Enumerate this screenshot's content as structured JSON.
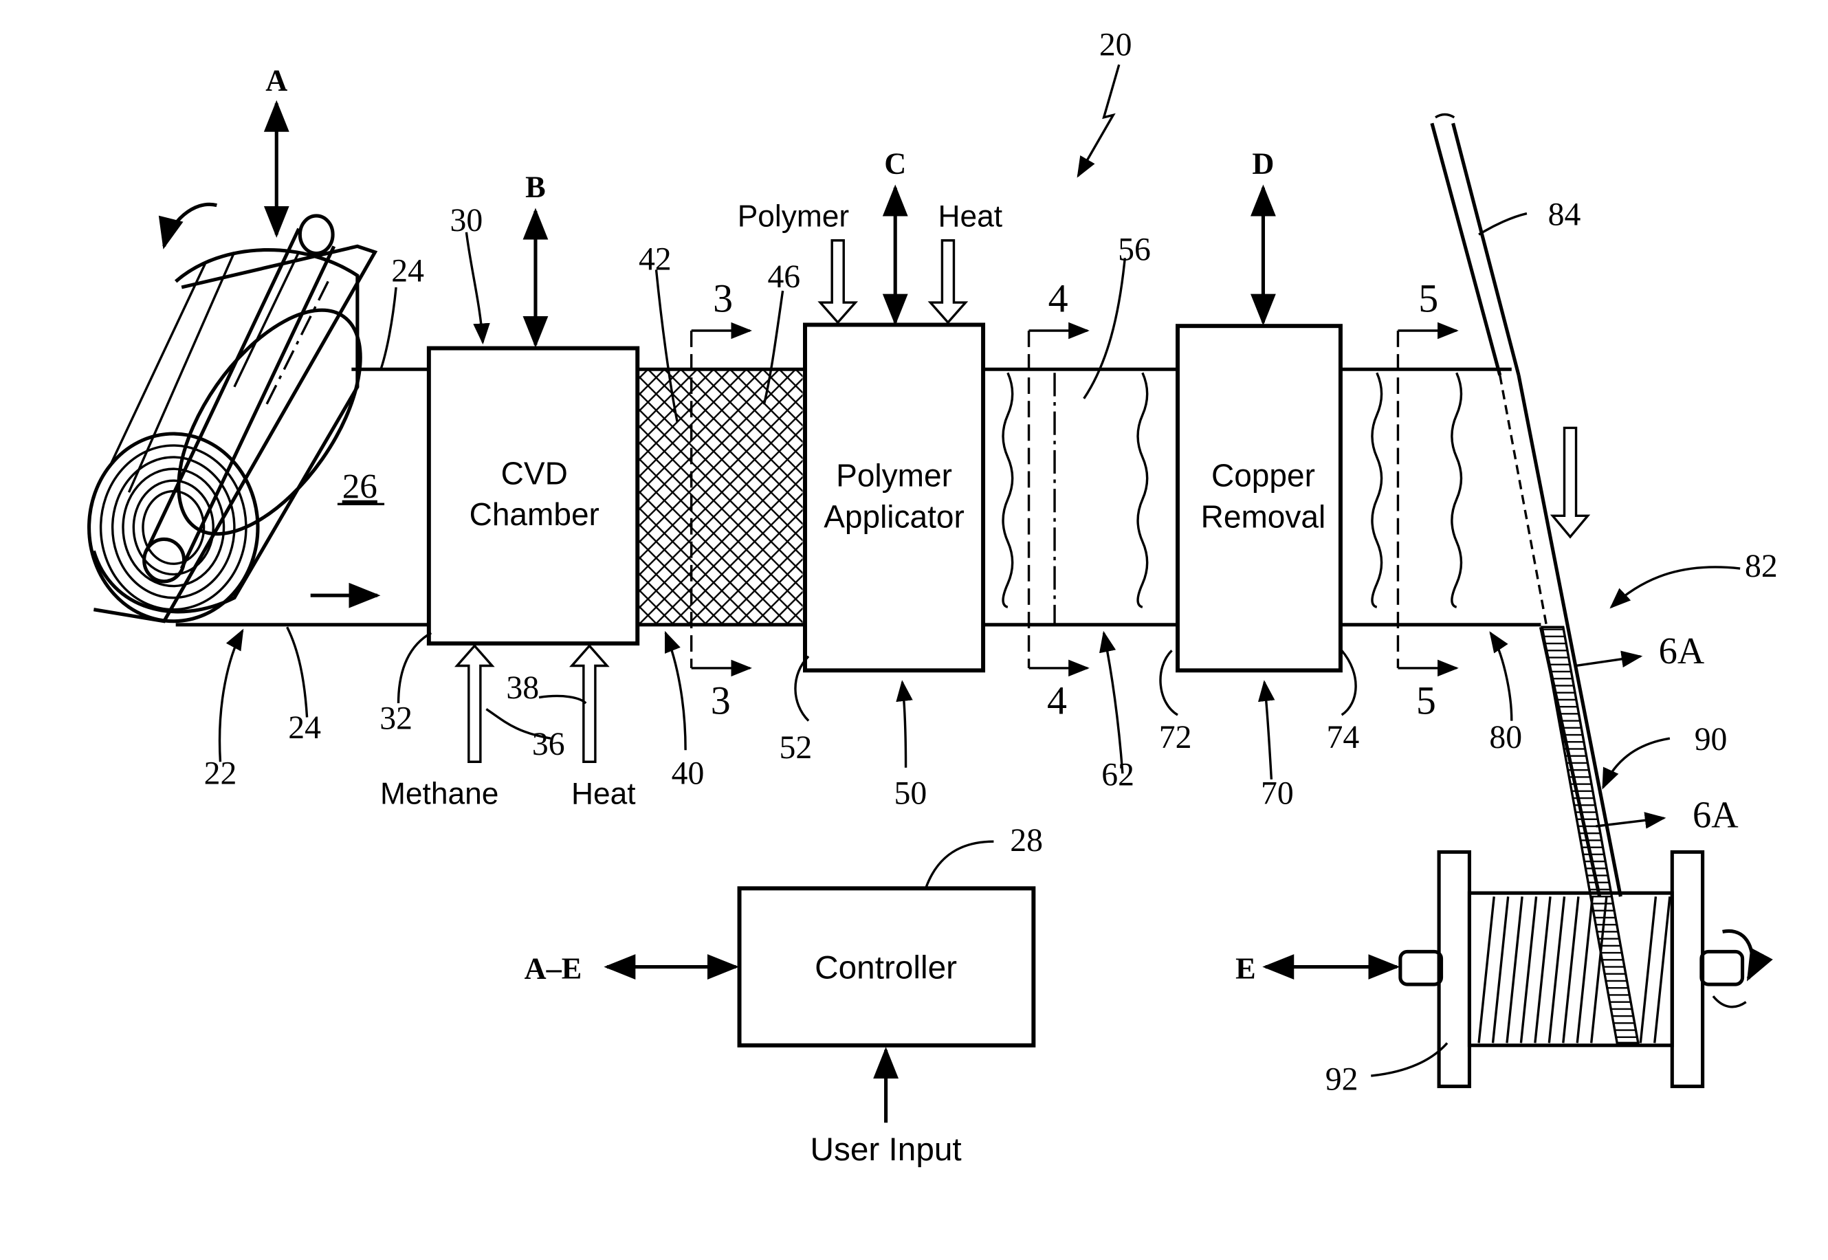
{
  "boxes": {
    "cvd_line1": "CVD",
    "cvd_line2": "Chamber",
    "poly_line1": "Polymer",
    "poly_line2": "Applicator",
    "copper_line1": "Copper",
    "copper_line2": "Removal",
    "controller": "Controller"
  },
  "inputs": {
    "polymer": "Polymer",
    "heat_top": "Heat",
    "methane": "Methane",
    "heat_bottom": "Heat",
    "user_input": "User Input"
  },
  "control_letters": {
    "a": "A",
    "b": "B",
    "c": "C",
    "d": "D",
    "e": "E",
    "a_e": "A–E"
  },
  "section_marks": {
    "s3_top": "3",
    "s3_bottom": "3",
    "s4_top": "4",
    "s4_bottom": "4",
    "s5_top": "5",
    "s5_bottom": "5",
    "s6a_top": "6A",
    "s6a_bottom": "6A"
  },
  "refs": {
    "r20": "20",
    "r22": "22",
    "r24_top": "24",
    "r24_bottom": "24",
    "r26": "26",
    "r28": "28",
    "r30": "30",
    "r32": "32",
    "r36": "36",
    "r38": "38",
    "r40": "40",
    "r42": "42",
    "r46": "46",
    "r50": "50",
    "r52": "52",
    "r56": "56",
    "r62": "62",
    "r70": "70",
    "r72": "72",
    "r74": "74",
    "r80": "80",
    "r82": "82",
    "r84": "84",
    "r90": "90",
    "r92": "92"
  }
}
